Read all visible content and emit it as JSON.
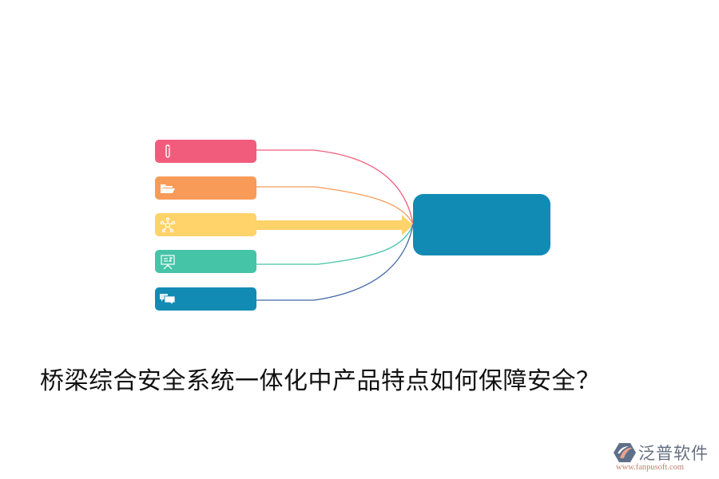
{
  "diagram": {
    "type": "mind-map-converging",
    "center": {
      "label": "",
      "color": "#128BB4"
    },
    "nodes": [
      {
        "label": "",
        "icon": "paperclip-icon",
        "color": "#F25C7C",
        "connector": "thin-curve"
      },
      {
        "label": "",
        "icon": "folder-open-icon",
        "color": "#F89A58",
        "connector": "thin-curve"
      },
      {
        "label": "",
        "icon": "network-icon",
        "color": "#FFD36A",
        "connector": "thick-arrow"
      },
      {
        "label": "",
        "icon": "presentation-board-icon",
        "color": "#45C4A8",
        "connector": "thin-curve"
      },
      {
        "label": "",
        "icon": "chat-bubbles-icon",
        "color": "#128BB4",
        "connector": "thin-curve",
        "line_color": "#3F67A6"
      }
    ]
  },
  "title": "桥梁综合安全系统一体化中产品特点如何保障安全？",
  "logo": {
    "brand": "泛普软件",
    "url": "www.fanpusoft.com"
  }
}
